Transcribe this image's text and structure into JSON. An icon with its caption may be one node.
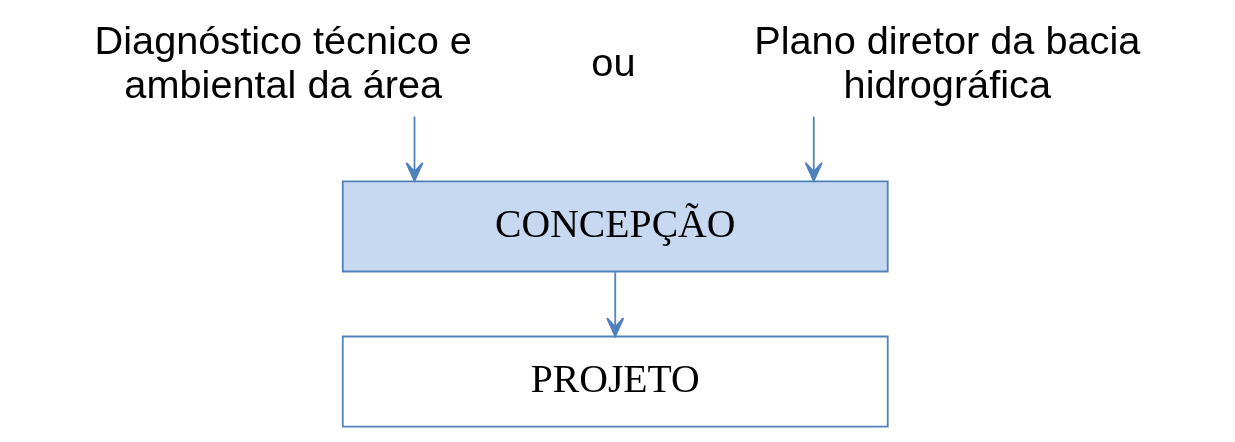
{
  "diagram": {
    "nodes": [
      {
        "text": [
          "Diagnóstico técnico e ambiental da área"
        ]
      },
      {
        "text": [
          "Plano diretor da bacia hidrográfica"
        ]
      },
      {
        "text": [
          "CONCEPÇÃO"
        ]
      },
      {
        "text": [
          "PROJETO"
        ]
      }
    ],
    "edges": [
      {
        "from": 0,
        "to": 2,
        "arrow": "to"
      },
      {
        "from": 1,
        "to": 2,
        "arrow": "to"
      },
      {
        "from": 2,
        "to": 3,
        "arrow": "to"
      }
    ],
    "labels": [
      "ou"
    ]
  }
}
